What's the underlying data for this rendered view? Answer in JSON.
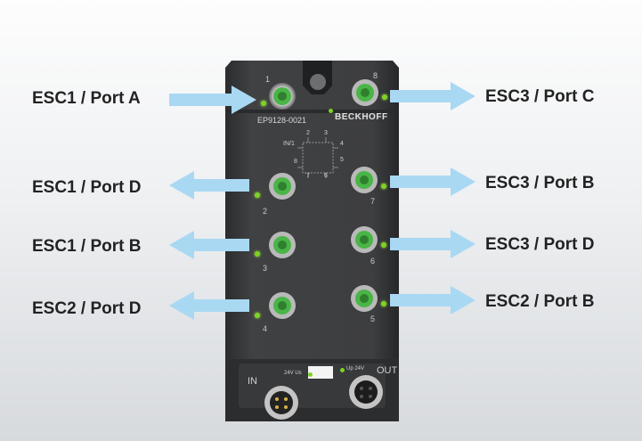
{
  "labels": {
    "left": [
      "ESC1 / Port A",
      "ESC1 / Port D",
      "ESC1 / Port B",
      "ESC2 / Port D"
    ],
    "right": [
      "ESC3 / Port C",
      "ESC3 / Port B",
      "ESC3 / Port D",
      "ESC2 / Port B"
    ]
  },
  "device": {
    "model": "EP9128-0021",
    "brand": "BECKHOFF",
    "port_numbers": [
      "1",
      "2",
      "3",
      "4",
      "5",
      "6",
      "7",
      "8"
    ],
    "diagram_numbers": [
      "1",
      "2",
      "3",
      "4",
      "5",
      "6",
      "7",
      "8"
    ],
    "in_label": "IN/1",
    "bottom": {
      "in": "IN",
      "out": "OUT",
      "power_left": "24V Us",
      "power_right": "Up 24V"
    }
  },
  "colors": {
    "arrow": "#a9d8f3",
    "housing": "#3a3b3d",
    "connector": "#48b447",
    "led": "#7ed321"
  }
}
